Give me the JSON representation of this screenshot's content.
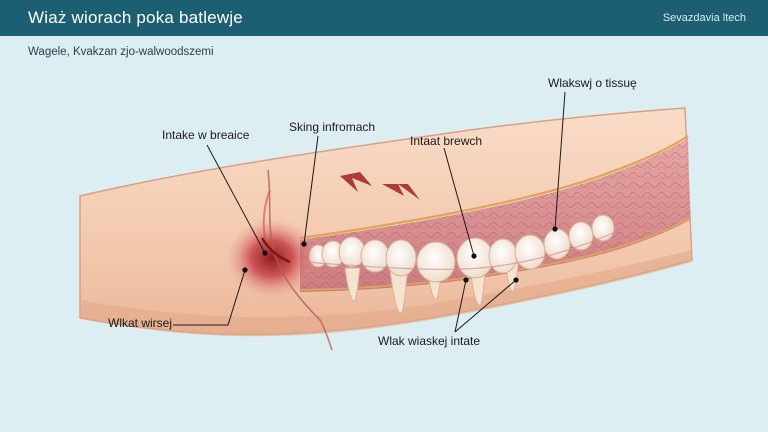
{
  "header": {
    "title": "Wiaż wiorach poka batlewje",
    "brand": "Sevazdavia ltech"
  },
  "subtitle": "Wagele, Kvakzan zjo-walwoodszemi",
  "labels": {
    "intake_w_breaice": "Intake w breaice",
    "sking_infromach": "Sking infromach",
    "intaat_brewch": "Intaat brewch",
    "wlakswj_o_tissue": "Wlakswj o tissuę",
    "wlkat_wirsej": "Wlkat wirsej",
    "wlak_wiaskej_intate": "Wlak wiaskej intate"
  },
  "colors": {
    "header": "#1d5f72",
    "background": "#ddeef3",
    "skin": "#f4cdb4",
    "tissue": "#d98a90",
    "tooth": "#fbf3ea",
    "wound": "#b3282d"
  }
}
